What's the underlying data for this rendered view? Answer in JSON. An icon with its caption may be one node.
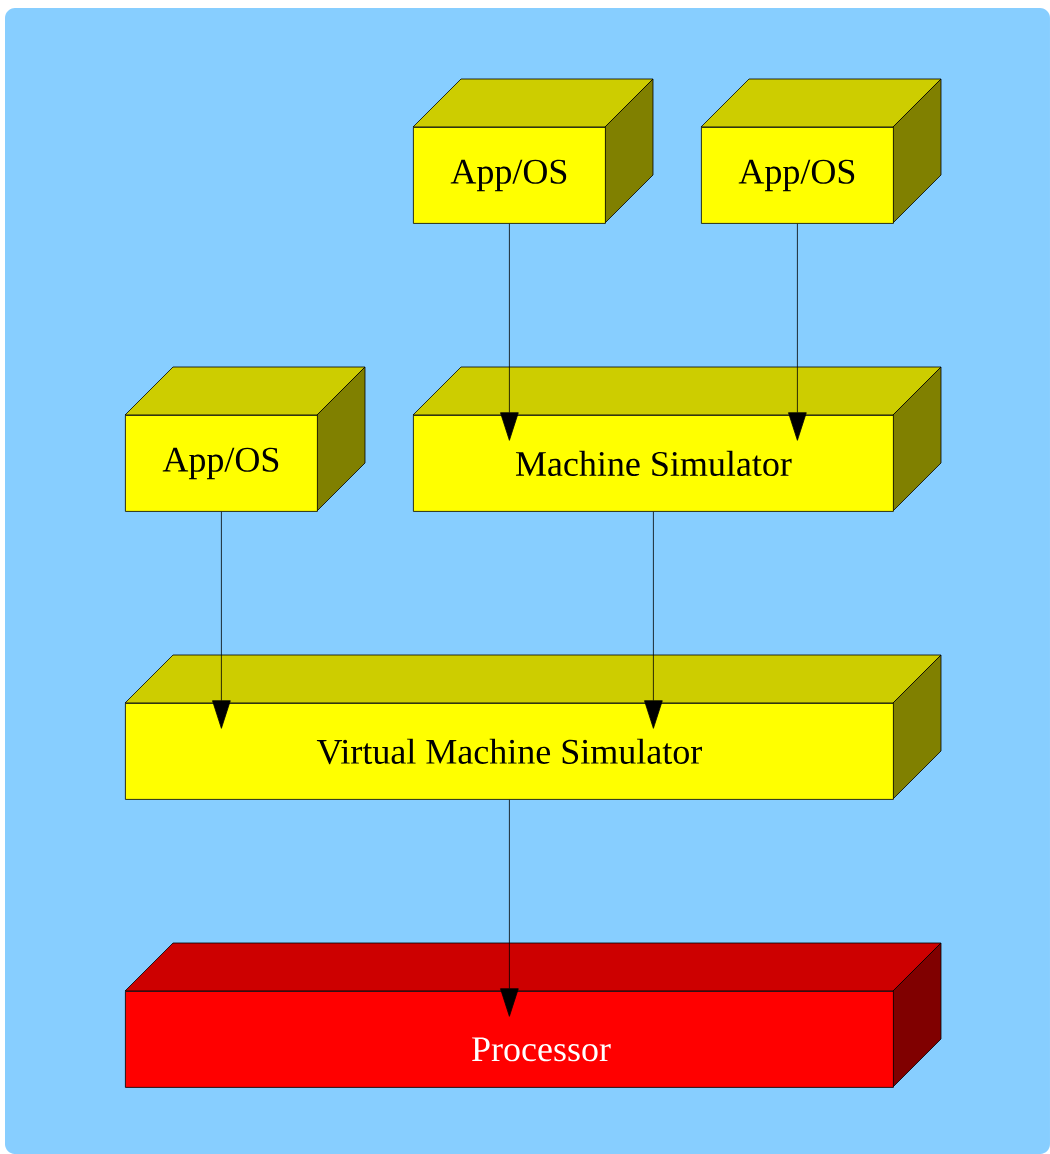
{
  "diagram": {
    "nodes": [
      {
        "text": [
          "App/OS"
        ]
      },
      {
        "text": [
          "App/OS"
        ]
      },
      {
        "text": [
          "App/OS"
        ]
      },
      {
        "text": [
          "Machine Simulator"
        ]
      },
      {
        "text": [
          "Virtual Machine Simulator"
        ]
      },
      {
        "text": [
          "Processor"
        ]
      }
    ],
    "edges": [
      {
        "from": 0,
        "to": 3,
        "arrow": "to"
      },
      {
        "from": 1,
        "to": 3,
        "arrow": "to"
      },
      {
        "from": 2,
        "to": 4,
        "arrow": "to"
      },
      {
        "from": 3,
        "to": 4,
        "arrow": "to"
      },
      {
        "from": 4,
        "to": 5,
        "arrow": "to"
      }
    ]
  }
}
